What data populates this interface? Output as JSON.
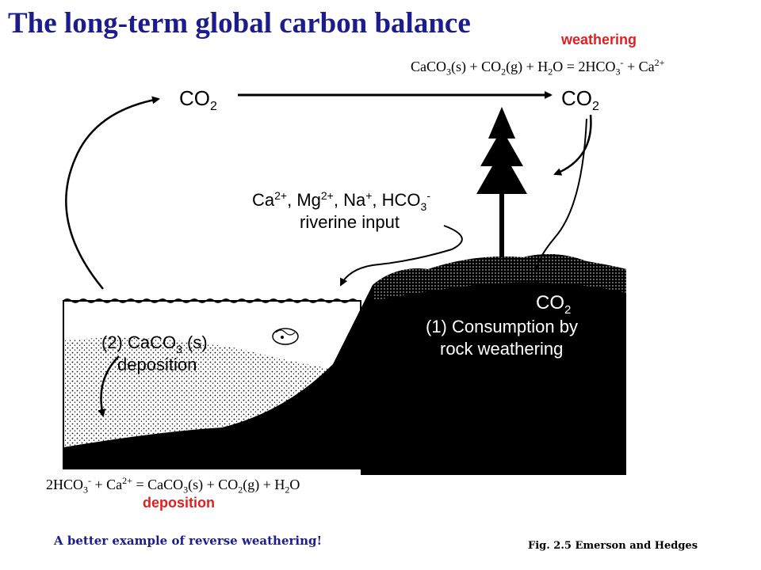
{
  "title": "The long-term global carbon balance",
  "weathering": {
    "label": "weathering",
    "equation": {
      "p1": "CaCO",
      "s1": "3",
      "p2": "(s) + CO",
      "s2": "2",
      "p3": "(g) + H",
      "s3": "2",
      "p4": "O = 2HCO",
      "s4": "3",
      "sup1": "-",
      "p5": " + Ca",
      "sup2": "2+"
    }
  },
  "deposition": {
    "label": "deposition",
    "equation": {
      "p1": "2HCO",
      "s1": "3",
      "sup1": "-",
      "p2": " + Ca",
      "sup2": "2+",
      "p3": " = CaCO",
      "s2": "3",
      "p4": "(s) + CO",
      "s3": "2",
      "p5": "(g) + H",
      "s4": "2",
      "p6": "O"
    }
  },
  "diagram": {
    "co2_left": "CO",
    "co2_left_sub": "2",
    "co2_right": "CO",
    "co2_right_sub": "2",
    "co2_rock": "CO",
    "co2_rock_sub": "2",
    "ions_p1": "Ca",
    "ions_sup1": "2+",
    "ions_p2": ", Mg",
    "ions_sup2": "2+",
    "ions_p3": ", Na",
    "ions_sup3": "+",
    "ions_p4": ", HCO",
    "ions_sub4": "3",
    "ions_sup4": "-",
    "riverine": "riverine input",
    "consumption_line1": "(1) Consumption by",
    "consumption_line2": "rock weathering",
    "deposition_line1_a": "(2) CaCO",
    "deposition_line1_sub": "3",
    "deposition_line1_b": " (s)",
    "deposition_line2": "deposition"
  },
  "notes": {
    "reverse": "A better example of reverse weathering!",
    "credit": "Fig. 2.5 Emerson and Hedges"
  }
}
